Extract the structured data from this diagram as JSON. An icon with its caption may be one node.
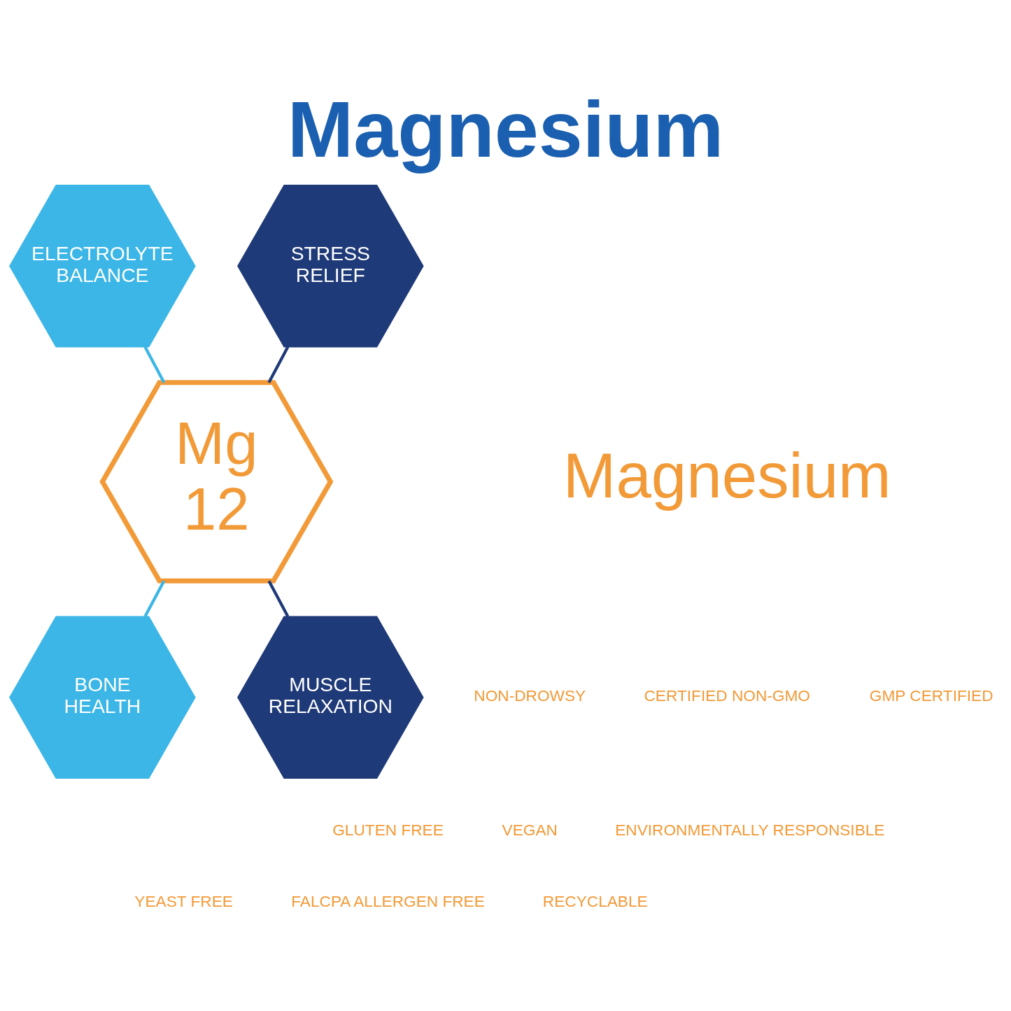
{
  "diagram": {
    "title": "Magnesium",
    "nodes": [
      {
        "text": [
          "Mg",
          "12"
        ]
      },
      {
        "text": [
          "ELECTROLYTE BALANCE"
        ]
      },
      {
        "text": [
          "STRESS RELIEF"
        ]
      },
      {
        "text": [
          "BONE HEALTH"
        ]
      },
      {
        "text": [
          "MUSCLE RELAXATION"
        ]
      }
    ],
    "edges": [
      {
        "from": 1,
        "to": 0,
        "arrow": "none",
        "color": "#3bb6e6"
      },
      {
        "from": 2,
        "to": 0,
        "arrow": "none",
        "color": "#1f3a78"
      },
      {
        "from": 0,
        "to": 3,
        "arrow": "none",
        "color": "#3bb6e6"
      },
      {
        "from": 0,
        "to": 4,
        "arrow": "none",
        "color": "#1f3a78"
      }
    ],
    "labels": [
      "Magnesium",
      "NON-DROWSY",
      "CERTIFIED NON-GMO",
      "GMP CERTIFIED",
      "GLUTEN FREE",
      "VEGAN",
      "ENVIRONMENTALLY RESPONSIBLE",
      "YEAST FREE",
      "FALCPA ALLERGEN FREE",
      "RECYCLABLE"
    ]
  }
}
